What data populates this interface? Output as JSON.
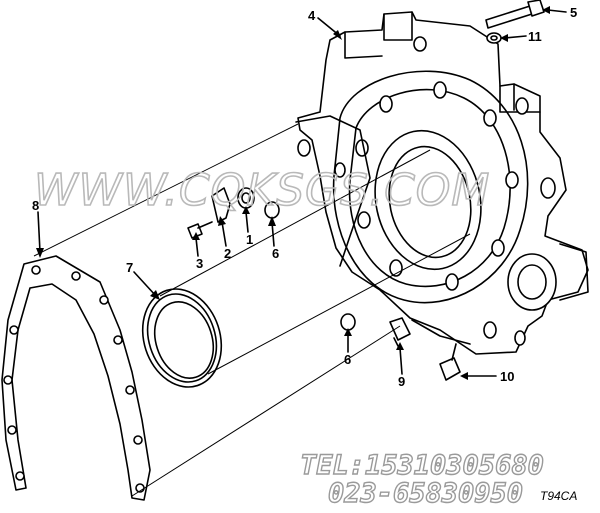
{
  "diagram": {
    "callouts": [
      {
        "id": "c4",
        "label": "4"
      },
      {
        "id": "c5",
        "label": "5"
      },
      {
        "id": "c11",
        "label": "11"
      },
      {
        "id": "c8",
        "label": "8"
      },
      {
        "id": "c7",
        "label": "7"
      },
      {
        "id": "c1",
        "label": "1"
      },
      {
        "id": "c2",
        "label": "2"
      },
      {
        "id": "c3",
        "label": "3"
      },
      {
        "id": "c6a",
        "label": "6"
      },
      {
        "id": "c6b",
        "label": "6"
      },
      {
        "id": "c9",
        "label": "9"
      },
      {
        "id": "c10",
        "label": "10"
      }
    ],
    "watermark": "WWW.CQKSGS.COM",
    "telephone": "TEL:15310305680",
    "phone2": "023-65830950",
    "drawing_code": "T94CA"
  }
}
